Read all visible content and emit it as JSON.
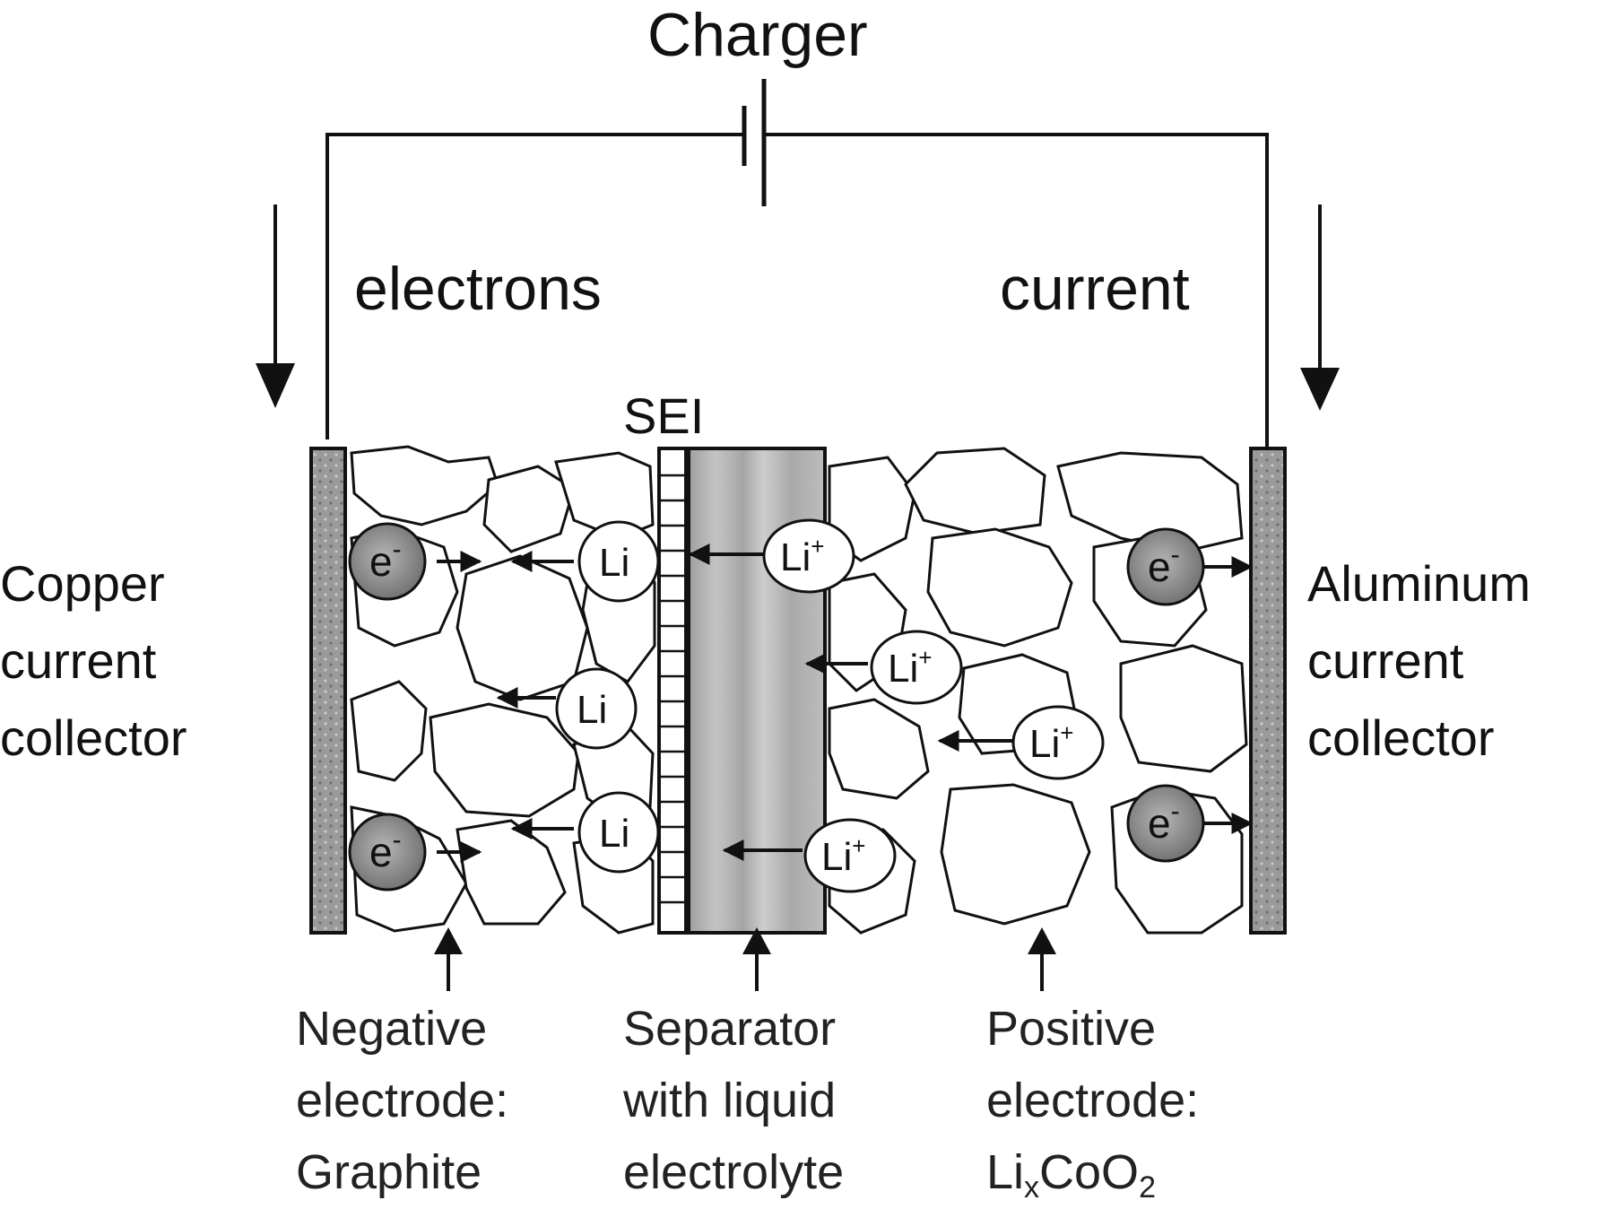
{
  "labels": {
    "charger": "Charger",
    "electrons": "electrons",
    "current": "current",
    "sei": "SEI",
    "copper": [
      "Copper",
      "current",
      "collector"
    ],
    "aluminum": [
      "Aluminum",
      "current",
      "collector"
    ],
    "negative": [
      "Negative",
      "electrode:",
      "Graphite"
    ],
    "separator": [
      "Separator",
      "with liquid",
      "electrolyte"
    ],
    "positive": [
      "Positive",
      "electrode:"
    ],
    "positive_formula": {
      "a": "Li",
      "x": "x",
      "b": "CoO",
      "two": "2"
    }
  },
  "particles": {
    "electron": "e",
    "electron_sup": "-",
    "lithium": "Li",
    "lithium_ion": "Li",
    "ion_sup": "+"
  },
  "colors": {
    "line": "#111111",
    "collector_fill": "#9a9a9a",
    "separator_fill": "#b4b4b4",
    "electron_fill": "#8a8a8a"
  }
}
